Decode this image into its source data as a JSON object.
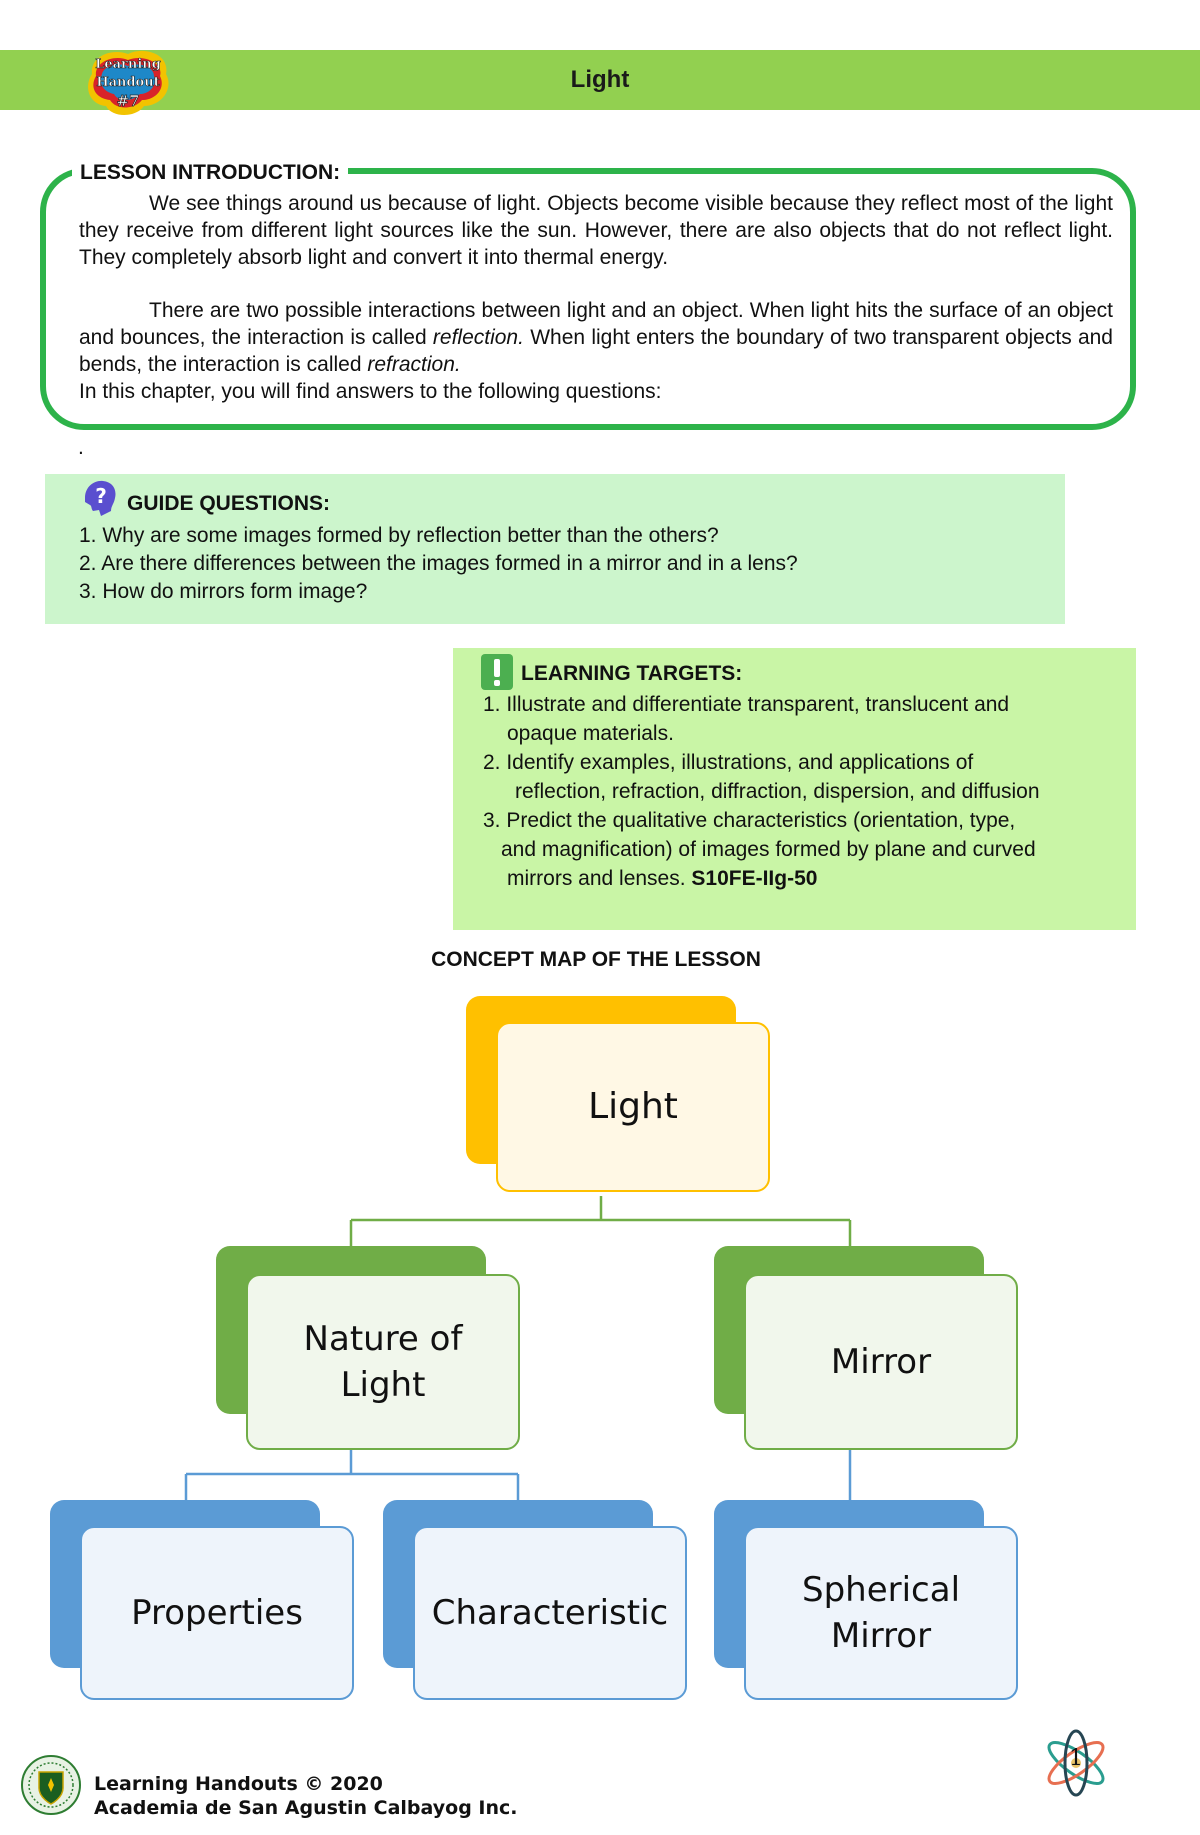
{
  "header": {
    "title": "Light",
    "badge": {
      "line1": "Learning",
      "line2": "Handout",
      "line3": "#7"
    }
  },
  "lesson_intro": {
    "heading": "LESSON INTRODUCTION:",
    "p1": "We see things around us because of light. Objects become visible because they reflect most of the light they receive from different light sources like the sun. However, there are also objects that do not reflect light. They completely absorb light and convert it into thermal energy.",
    "p2_a": "There are two possible interactions between light and an object. When light hits the surface of an object and bounces, the interaction is called ",
    "p2_em1": "reflection.",
    "p2_b": " When light enters the boundary of two transparent objects and bends, the interaction is called ",
    "p2_em2": "refraction.",
    "p3": "In this chapter, you will find answers to the following questions:",
    "dot": "."
  },
  "guide_questions": {
    "heading": "GUIDE QUESTIONS:",
    "items": [
      "1. Why are some images formed by reflection better than the others?",
      "2. Are there differences between the images formed in a mirror and in a lens?",
      "3. How do mirrors form image?"
    ]
  },
  "learning_targets": {
    "heading": "LEARNING TARGETS:",
    "item1_a": "1. Illustrate and differentiate transparent, translucent and",
    "item1_b": "opaque materials.",
    "item2_a": "2. Identify examples, illustrations, and applications of",
    "item2_b": "reflection, refraction, diffraction, dispersion, and diffusion",
    "item3_a": "3. Predict the qualitative characteristics (orientation, type,",
    "item3_b": "and magnification) of images formed by plane and curved",
    "item3_c": "mirrors and lenses. ",
    "item3_code": "S10FE-IIg-50"
  },
  "concept_map": {
    "title": "CONCEPT MAP OF THE LESSON",
    "root": "Light",
    "nature_line1": "Nature of",
    "nature_line2": "Light",
    "mirror": "Mirror",
    "properties": "Properties",
    "characteristic": "Characteristic",
    "spherical_line1": "Spherical",
    "spherical_line2": "Mirror",
    "colors": {
      "root_back": "#ffc000",
      "root_front": "#fff8e5",
      "root_border": "#ffc000",
      "green_back": "#70ad47",
      "green_front": "#f1f7ec",
      "green_border": "#70ad47",
      "blue_back": "#5b9bd5",
      "blue_front": "#eef4fb",
      "blue_border": "#5b9bd5"
    }
  },
  "footer": {
    "line1": "Learning Handouts © 2020",
    "line2": "Academia de San Agustin Calbayog Inc.",
    "page_number": "1"
  }
}
